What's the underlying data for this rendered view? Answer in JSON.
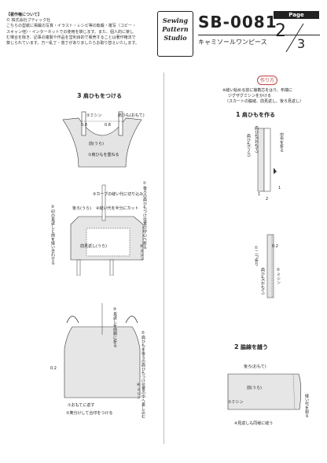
{
  "copyright": {
    "heading": "【著作権について】",
    "company": "© 株式会社ブティック社",
    "lines": [
      "こちらの型紙に掲載の写真・イラスト・レシピ等の転載・複写（コピー・",
      "スキャン他）・インターネットでの使用を禁じます。また、個人的に楽し",
      "む場合を除き、記事の複製や作品を営利目的で販売することは著作権法で",
      "禁じられています。万一乱丁・落丁がありましたらお取り替えいたします。"
    ]
  },
  "logo": {
    "line1": "Sewing",
    "line2": "Pattern",
    "line3": "Studio"
  },
  "header": {
    "code": "SB-0081",
    "title": "キャミソールワンピース"
  },
  "page": {
    "label": "Page",
    "current": "2",
    "total": "3"
  },
  "left": {
    "step3_num": "3",
    "step3_title": "肩ひもをつける",
    "labels": {
      "mishin2": "②ミシン",
      "kata_omote": "肩ひも(おもて)",
      "m08a": "0.8",
      "m08b": "0.8",
      "mae_ura": "前(うら)",
      "kata_kasaneru": "①肩ひもを重ねる",
      "cut5": "⑤カーブの縫い代に切り込み",
      "kataoku_mishin": "①後ろの肩ひもつけ位置の中心へ折る",
      "nuishiro_half": "④縫い代を半分にカット",
      "ushiro_ura": "後ろ(うら)",
      "mae_mikaeshi": "前見返し(うら)",
      "mishin3": "③ミシン",
      "mishin_right": "③ミシン",
      "kaesu": "⑥表に返して見返しを整える",
      "nuishiro3": "③印の見返しと前を縫い合わせる",
      "fold3": "③見返しを前側に折る",
      "m02": "0.2",
      "kataoku2": "②肩ひもを後ろの肩ひもつけ位置の中へ差し込む",
      "mishin_r2": "④ミシン",
      "omote_kaesu": "①おもてに返す",
      "hiraku": "②奥分けして合印をつける",
      "mishin_b": "⑤ミシン"
    }
  },
  "right": {
    "badge": "作り方",
    "notes": [
      "※縫い始める前に接着芯をはり、布端に",
      "ジグザグミシンをかける",
      "（スカートの脇縫、前見返し、後ろ見返し）"
    ],
    "step1_num": "1",
    "step1_title": "肩ひもを作る",
    "labels": {
      "kata_omote": "肩ひも(おもて)",
      "kata_ura": "肩ひも(うら)",
      "fold_center": "中央を折る",
      "num1a": "1",
      "num1b": "1",
      "num2": "2",
      "nifold": "①二つ折り",
      "m02": "0.2",
      "kata_omote2": "肩ひも(おもて)",
      "mishin": "②ミシン"
    },
    "step2_num": "2",
    "step2_title": "脇線を縫う",
    "labels2": {
      "ushiro_omote": "後ろ(おもて)",
      "mae_ura": "前(うら)",
      "mishin1": "①ミシン",
      "nuishiro": "縫い代を割る",
      "note": "※見返しも同様に縫う"
    }
  }
}
